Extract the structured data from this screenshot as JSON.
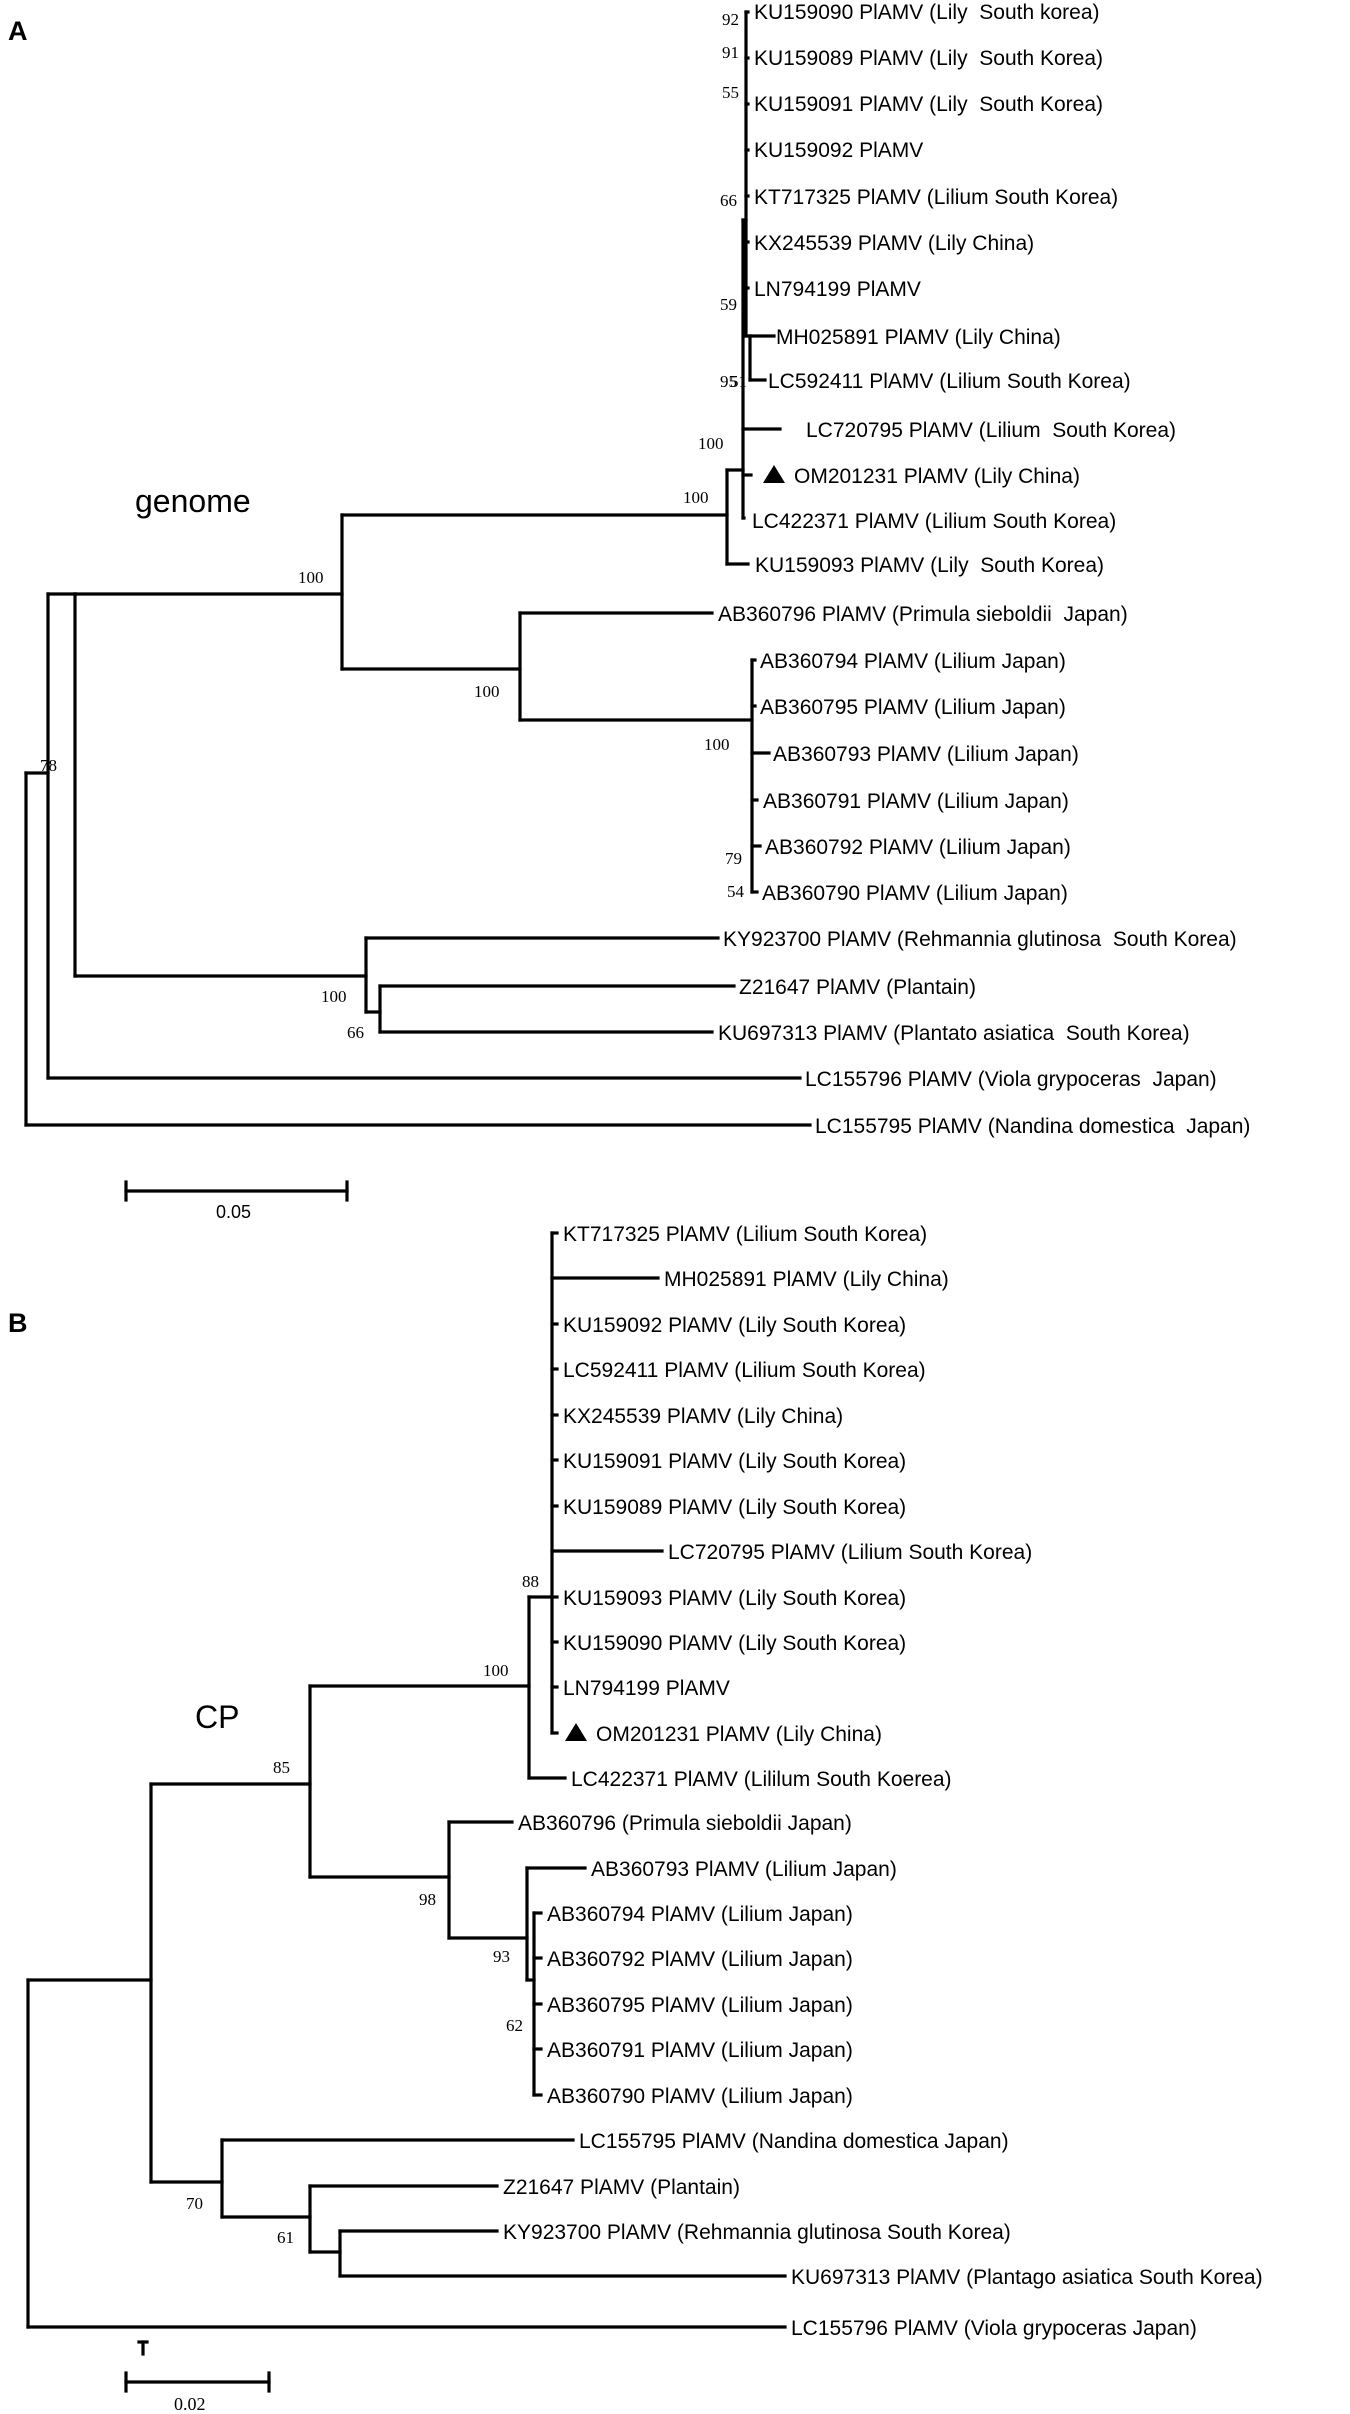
{
  "panels": [
    {
      "panel_label": "A",
      "tree_label": "genome",
      "scale_bar_label": "0.05",
      "leaves": [
        "KU159090 PlAMV (Lily  South korea)",
        "KU159089 PlAMV (Lily  South Korea)",
        "KU159091 PlAMV (Lily  South Korea)",
        "KU159092 PlAMV",
        "KT717325 PlAMV (Lilium South Korea)",
        "KX245539 PlAMV (Lily China)",
        "LN794199 PlAMV",
        "MH025891 PlAMV (Lily China)",
        "LC592411 PlAMV (Lilium South Korea)",
        "LC720795 PlAMV (Lilium  South Korea)",
        "OM201231 PlAMV (Lily China)",
        "LC422371 PlAMV (Lilium South Korea)",
        "KU159093 PlAMV (Lily  South Korea)",
        "AB360796 PlAMV (Primula sieboldii  Japan)",
        "AB360794 PlAMV (Lilium Japan)",
        "AB360795 PlAMV (Lilium Japan)",
        "AB360793 PlAMV (Lilium Japan)",
        "AB360791 PlAMV (Lilium Japan)",
        "AB360792 PlAMV (Lilium Japan)",
        "AB360790 PlAMV (Lilium Japan)",
        "KY923700 PlAMV (Rehmannia glutinosa  South Korea)",
        "Z21647 PlAMV (Plantain)",
        "KU697313 PlAMV (Plantato asiatica  South Korea)",
        "LC155796 PlAMV (Viola grypoceras  Japan)",
        "LC155795 PlAMV (Nandina domestica  Japan)"
      ],
      "bootstraps": [
        "92",
        "91",
        "55",
        "66",
        "59",
        "95",
        "51",
        "100",
        "100",
        "100",
        "100",
        "100",
        "79",
        "54",
        "78",
        "100",
        "66"
      ]
    },
    {
      "panel_label": "B",
      "tree_label": "CP",
      "scale_bar_label": "0.02",
      "leaves": [
        "KT717325 PlAMV (Lilium South Korea)",
        "MH025891 PlAMV (Lily China)",
        "KU159092 PlAMV (Lily South Korea)",
        "LC592411 PlAMV (Lilium South Korea)",
        "KX245539 PlAMV (Lily China)",
        "KU159091 PlAMV (Lily South Korea)",
        "KU159089 PlAMV (Lily South Korea)",
        "LC720795 PlAMV (Lilium South Korea)",
        "KU159093 PlAMV (Lily South Korea)",
        "KU159090 PlAMV (Lily South Korea)",
        "LN794199 PlAMV",
        "OM201231 PlAMV (Lily China)",
        "LC422371 PlAMV (Lililum South Koerea)",
        "AB360796 (Primula sieboldii Japan)",
        "AB360793 PlAMV (Lilium Japan)",
        "AB360794 PlAMV (Lilium Japan)",
        "AB360792 PlAMV (Lilium Japan)",
        "AB360795 PlAMV (Lilium Japan)",
        "AB360791 PlAMV (Lilium Japan)",
        "AB360790 PlAMV (Lilium Japan)",
        "LC155795 PlAMV (Nandina domestica Japan)",
        "Z21647 PlAMV (Plantain)",
        "KY923700 PlAMV (Rehmannia glutinosa South Korea)",
        "KU697313 PlAMV (Plantago asiatica South Korea)",
        "LC155796 PlAMV (Viola grypoceras Japan)"
      ],
      "bootstraps": [
        "88",
        "100",
        "85",
        "98",
        "93",
        "62",
        "70",
        "61"
      ]
    }
  ],
  "highlight_marker": "filled-triangle",
  "line_color": "#000000"
}
